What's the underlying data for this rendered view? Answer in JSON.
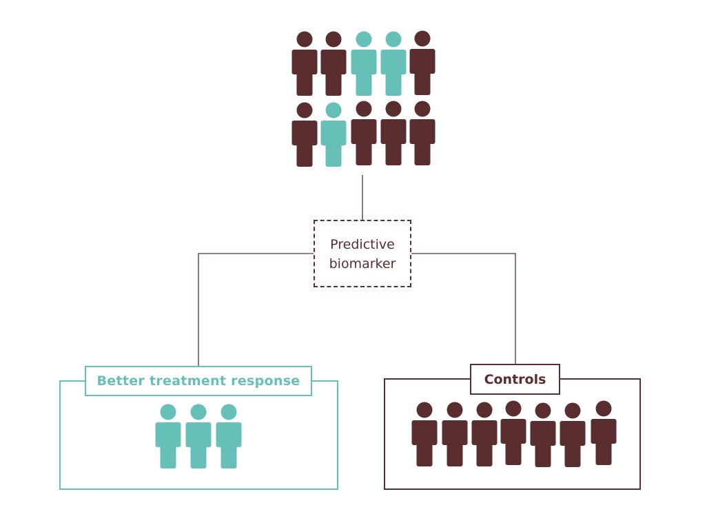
{
  "colors": {
    "responder": "#66c0b8",
    "control": "#5a2d2e",
    "line": "#5a2d2e",
    "background": "#ffffff"
  },
  "population": {
    "rows": [
      [
        "control",
        "control",
        "responder",
        "responder",
        "control"
      ],
      [
        "control",
        "responder",
        "control",
        "control",
        "control"
      ]
    ],
    "total": 10,
    "responders": 3,
    "controls": 7
  },
  "biomarker": {
    "line1": "Predictive",
    "line2": "biomarker"
  },
  "groups": {
    "better": {
      "label": "Better treatment response",
      "count": 3,
      "type": "responder"
    },
    "controls": {
      "label": "Controls",
      "count": 7,
      "type": "control"
    }
  }
}
